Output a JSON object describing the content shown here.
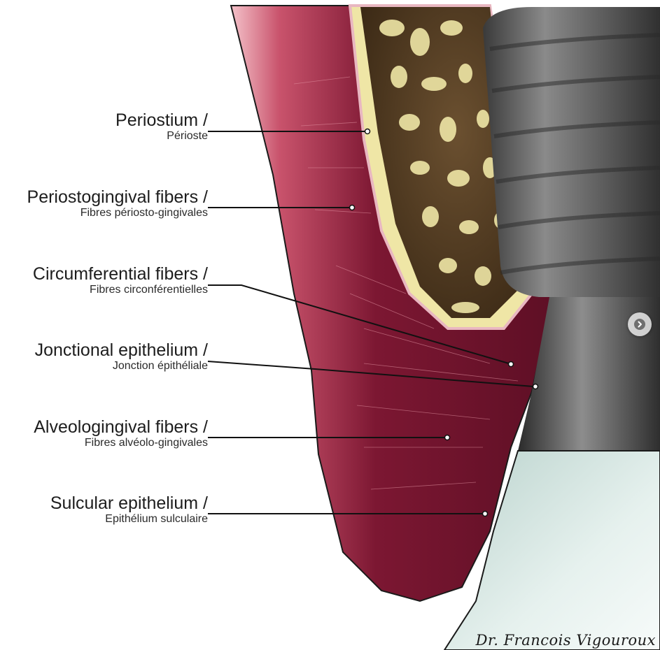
{
  "labels": [
    {
      "en": "Periostium /",
      "fr": "Périoste"
    },
    {
      "en": "Periostogingival fibers /",
      "fr": "Fibres périosto-gingivales"
    },
    {
      "en": "Circumferential fibers /",
      "fr": "Fibres circonférentielles"
    },
    {
      "en": "Jonctional epithelium /",
      "fr": "Jonction épithéliale"
    },
    {
      "en": "Alveologingival fibers /",
      "fr": "Fibres alvéolo-gingivales"
    },
    {
      "en": "Sulcular epithelium /",
      "fr": "Epithélium sulculaire"
    }
  ],
  "signature": "Dr. Francois Vigouroux",
  "icons": {
    "next": "chevron-right-icon"
  },
  "colors": {
    "gingiva": "#7a1a32",
    "gingiva_light": "#c96f84",
    "bone": "#efe6a6",
    "implant": "#5b5b5b",
    "crown": "#cfe3dd"
  }
}
